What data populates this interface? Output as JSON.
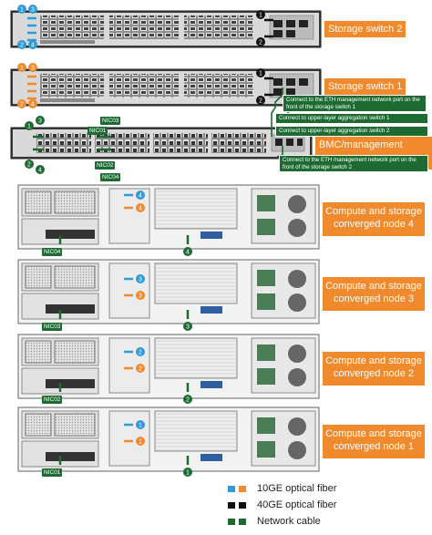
{
  "colors": {
    "fiber10": "#2f9bd8",
    "fiber10_alt": "#f08a2c",
    "fiber40": "#111111",
    "network": "#1d6b32",
    "label_bg": "#f08a2c"
  },
  "switches": {
    "storage2": "Storage switch 2",
    "storage1": "Storage switch 1",
    "bmc": "BMC/management switch"
  },
  "nic_labels": {
    "nic03_top": "NIC03",
    "nic01_top": "NIC01",
    "nic02_top": "NIC02",
    "nic04_top": "NIC04",
    "node4": "NIC04",
    "node3": "NIC03",
    "node2": "NIC02",
    "node1": "NIC01"
  },
  "connect_notes": {
    "eth_front_1": "Connect to the ETH management network port on the front of the storage switch 1",
    "upper_1": "Connect to  upper-layer aggregation switch 1",
    "upper_2": "Connect to  upper-layer aggregation switch 2",
    "eth_front_2": "Connect to the ETH management network port on the front of the storage switch 2"
  },
  "nodes": [
    {
      "label": "Compute and storage converged node 4",
      "number": "4"
    },
    {
      "label": "Compute and storage converged node 3",
      "number": "3"
    },
    {
      "label": "Compute and storage converged node 2",
      "number": "2"
    },
    {
      "label": "Compute and storage converged node 1",
      "number": "1"
    }
  ],
  "switch_numbers": {
    "s2": [
      "1",
      "2",
      "3",
      "4"
    ],
    "s1": [
      "1",
      "2",
      "3",
      "4"
    ],
    "bmc": [
      "1",
      "2",
      "3",
      "4"
    ],
    "black": [
      "1",
      "2"
    ]
  },
  "legend": [
    {
      "label": "10GE optical fiber",
      "swatches": [
        "#2f9bd8",
        "#f08a2c"
      ]
    },
    {
      "label": "40GE optical fiber",
      "swatches": [
        "#111111",
        "#111111"
      ]
    },
    {
      "label": "Network cable",
      "swatches": [
        "#1d6b32",
        "#1d6b32"
      ]
    }
  ]
}
